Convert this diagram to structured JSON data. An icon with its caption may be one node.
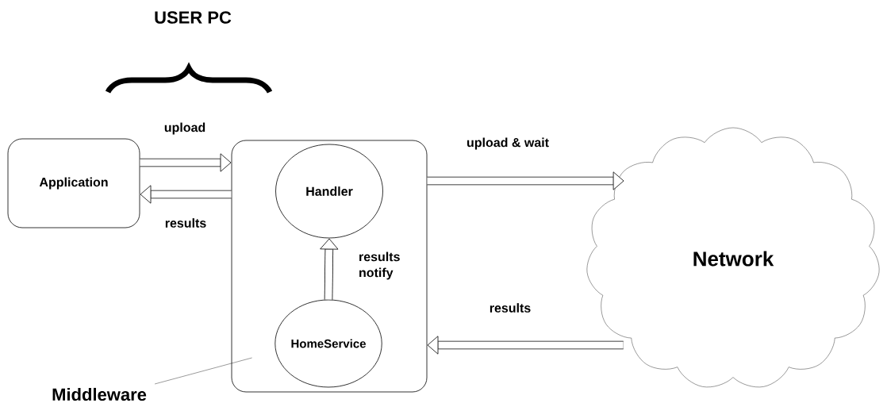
{
  "diagram": {
    "nodes": [
      {
        "text": [
          "Application"
        ]
      },
      {
        "text": [],
        "shape": "box"
      },
      {
        "text": [
          "Handler"
        ],
        "in": 1
      },
      {
        "text": [
          "HomeService"
        ],
        "in": 1
      },
      {
        "text": [
          "Network"
        ]
      },
      {
        "text": [
          "Middleware"
        ]
      }
    ],
    "edges": [
      {
        "from": 0,
        "to": 1,
        "arrow": "to",
        "label": "upload"
      },
      {
        "from": 1,
        "to": 0,
        "arrow": "to",
        "label": "results"
      },
      {
        "from": 3,
        "to": 2,
        "arrow": "to",
        "label": "results notify"
      },
      {
        "from": 1,
        "to": 4,
        "arrow": "to",
        "label": "upload & wait"
      },
      {
        "from": 4,
        "to": 1,
        "arrow": "to",
        "label": "results"
      },
      {
        "from": 5,
        "to": 1,
        "arrow": "none"
      }
    ],
    "labels": [
      "USER PC"
    ]
  }
}
